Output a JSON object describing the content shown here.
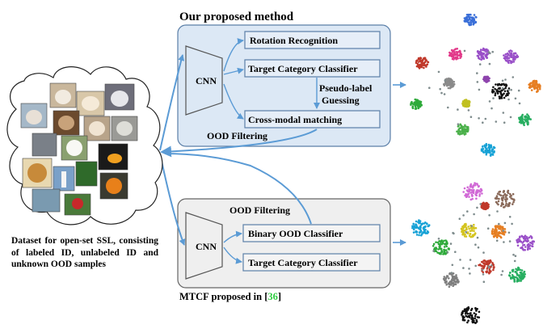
{
  "top_panel": {
    "title": "Our proposed method",
    "backbone": "CNN",
    "modules": {
      "rotation": "Rotation Recognition",
      "target": "Target Category Classifier",
      "crossmodal": "Cross-modal matching"
    },
    "pseudo_label_line1": "Pseudo-label",
    "pseudo_label_line2": "Guessing",
    "ood_filtering": "OOD  Filtering"
  },
  "bottom_panel": {
    "ood_filtering": "OOD  Filtering",
    "backbone": "CNN",
    "modules": {
      "binary": "Binary OOD Classifier",
      "target": "Target Category Classifier"
    },
    "caption_prefix": "MTCF proposed in [",
    "caption_ref": "36",
    "caption_suffix": "]"
  },
  "dataset_caption": "Dataset for open-set SSL, consisting of labeled ID, unlabeled ID and unknown OOD samples",
  "colors": {
    "panel_fill_top": "#dce8f5",
    "panel_fill_bottom": "#efefef",
    "panel_stroke": "#5b7fa8",
    "arrow": "#5b9bd5",
    "citation": "#2ecc40"
  }
}
